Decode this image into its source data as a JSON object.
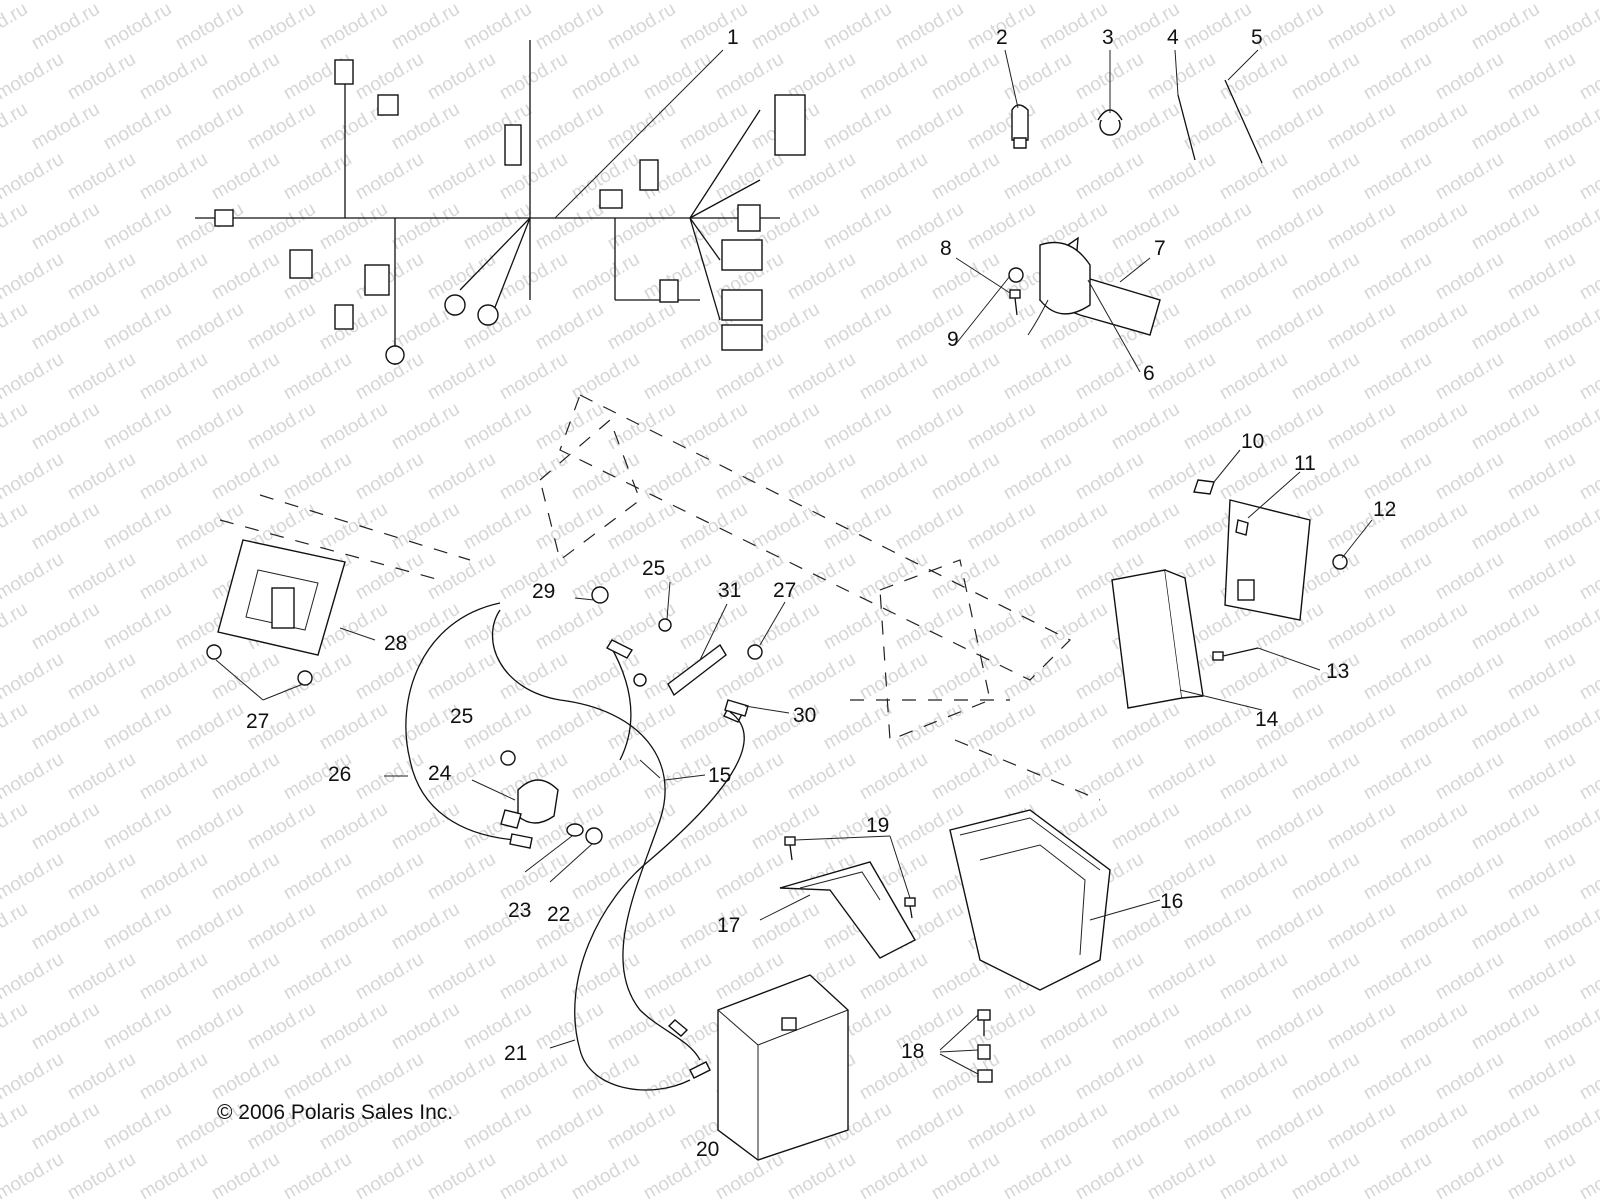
{
  "watermark_text": "motod.ru",
  "copyright": "© 2006 Polaris Sales Inc.",
  "callouts": [
    "1",
    "2",
    "3",
    "4",
    "5",
    "6",
    "7",
    "8",
    "9",
    "10",
    "11",
    "12",
    "13",
    "14",
    "15",
    "16",
    "17",
    "18",
    "19",
    "20",
    "21",
    "22",
    "23",
    "24",
    "25",
    "25",
    "26",
    "27",
    "27",
    "28",
    "29",
    "30",
    "31"
  ],
  "colors": {
    "ink": "#111111",
    "watermark": "#d6d6d6",
    "background": "#ffffff"
  }
}
